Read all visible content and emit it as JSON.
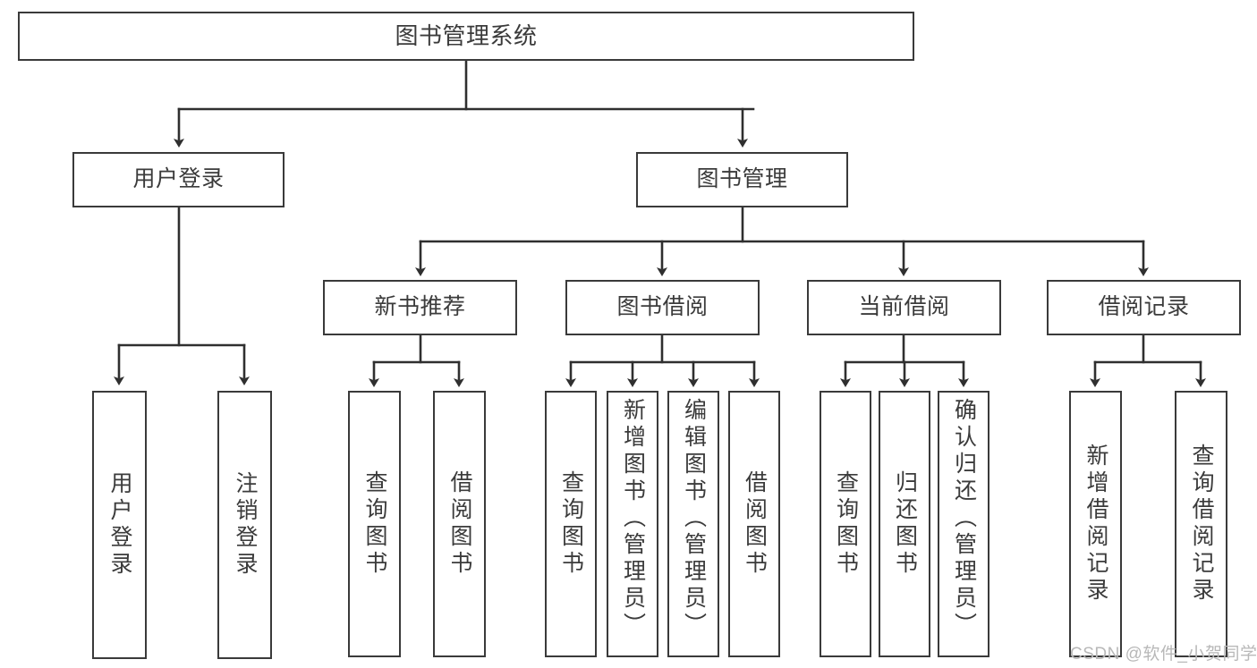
{
  "diagram": {
    "title": "图书管理系统",
    "type": "tree-hierarchy",
    "colors": {
      "background": "#ffffff",
      "node_border": "#3a3a3a",
      "node_fill": "#ffffff",
      "text": "#3b3b3b",
      "edge": "#2f2f2f",
      "watermark": "#b8b8b8"
    }
  },
  "watermark": {
    "text": "CSDN @软件_小贺同学"
  },
  "nodes": {
    "root": {
      "label": "图书管理系统"
    },
    "level2": [
      {
        "id": "user-login",
        "label": "用户登录"
      },
      {
        "id": "book-manage",
        "label": "图书管理"
      }
    ],
    "level3": [
      {
        "id": "new-book-rec",
        "label": "新书推荐"
      },
      {
        "id": "book-borrow",
        "label": "图书借阅"
      },
      {
        "id": "current-borrow",
        "label": "当前借阅"
      },
      {
        "id": "borrow-record",
        "label": "借阅记录"
      }
    ],
    "leaves": [
      {
        "id": "leaf-user-login",
        "label": "用户登录",
        "parent": "user-login"
      },
      {
        "id": "leaf-logout",
        "label": "注销登录",
        "parent": "user-login"
      },
      {
        "id": "leaf-query-book-1",
        "label": "查询图书",
        "parent": "new-book-rec"
      },
      {
        "id": "leaf-borrow-book-1",
        "label": "借阅图书",
        "parent": "new-book-rec"
      },
      {
        "id": "leaf-query-book-2",
        "label": "查询图书",
        "parent": "book-borrow"
      },
      {
        "id": "leaf-add-book",
        "label": "新增图书（管理员）",
        "parent": "book-borrow"
      },
      {
        "id": "leaf-edit-book",
        "label": "编辑图书（管理员）",
        "parent": "book-borrow"
      },
      {
        "id": "leaf-borrow-book-2",
        "label": "借阅图书",
        "parent": "book-borrow"
      },
      {
        "id": "leaf-query-book-3",
        "label": "查询图书",
        "parent": "current-borrow"
      },
      {
        "id": "leaf-return-book",
        "label": "归还图书",
        "parent": "current-borrow"
      },
      {
        "id": "leaf-confirm-return",
        "label": "确认归还（管理员）",
        "parent": "current-borrow"
      },
      {
        "id": "leaf-add-record",
        "label": "新增借阅记录",
        "parent": "borrow-record"
      },
      {
        "id": "leaf-query-record",
        "label": "查询借阅记录",
        "parent": "borrow-record"
      }
    ]
  }
}
